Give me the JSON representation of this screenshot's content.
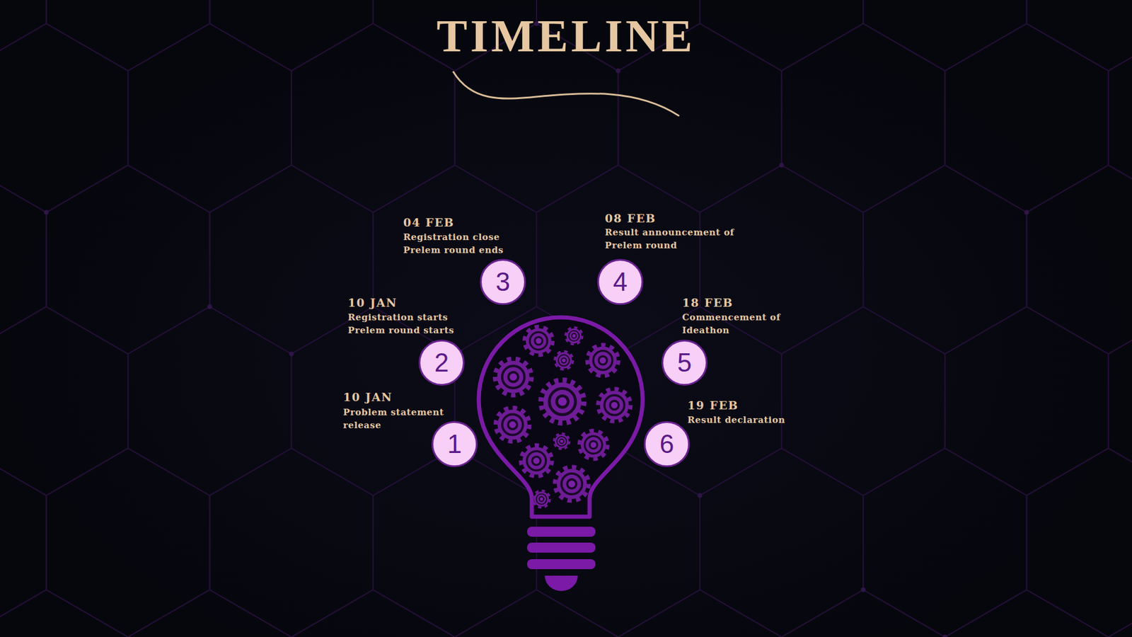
{
  "diagram": {
    "title": "TIMELINE",
    "nodes": [
      {
        "text": [
          "1"
        ]
      },
      {
        "text": [
          "2"
        ]
      },
      {
        "text": [
          "3"
        ]
      },
      {
        "text": [
          "4"
        ]
      },
      {
        "text": [
          "5"
        ]
      },
      {
        "text": [
          "6"
        ]
      }
    ],
    "labels": [
      "10 JAN",
      "Problem statement release",
      "10 JAN",
      "Registration starts",
      "Prelem round starts",
      "04 FEB",
      "Registration close",
      "Prelem round ends",
      "08 FEB",
      "Result announcement of Prelem round",
      "18 FEB",
      "Commencement of Ideathon",
      "19 FEB",
      "Result declaration"
    ]
  }
}
